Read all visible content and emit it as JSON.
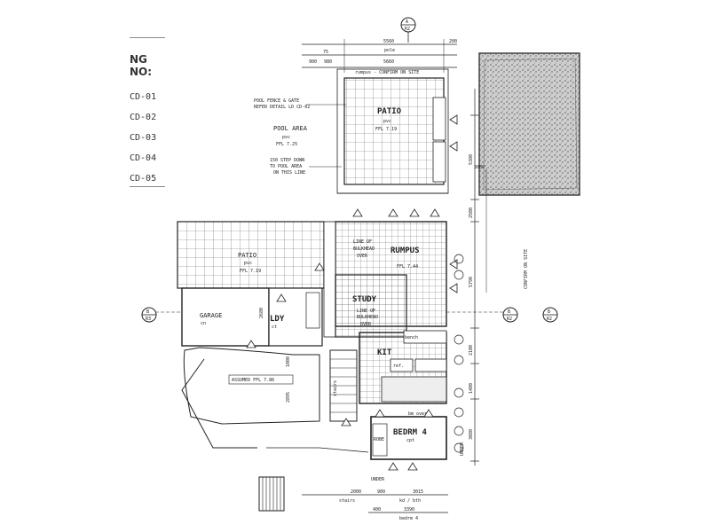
{
  "legend": {
    "header": "NG NO:",
    "items": [
      "CD-01",
      "CD-02",
      "CD-03",
      "CD-04",
      "CD-05"
    ]
  },
  "section_markers": {
    "top": {
      "letter": "A",
      "sheet": "R2"
    },
    "left": {
      "letter": "B",
      "sheet": "R3"
    },
    "right1": {
      "letter": "B",
      "sheet": "R2"
    },
    "right2": {
      "letter": "B",
      "sheet": "R2"
    }
  },
  "rooms": {
    "patio_top": "PATIO",
    "pool_area": "POOL AREA",
    "rumpus": "RUMPUS",
    "patio_left": "PATIO",
    "garage": "GARAGE",
    "ldy": "LDY",
    "study": "STUDY",
    "kit": "KIT",
    "bedrm4": "BEDRM 4"
  },
  "room_notes": {
    "patio_top_sub": "pvc",
    "patio_top_ffl": "FFL 7.19",
    "pool_sub": "pvc",
    "pool_ffl": "FFL 7.25",
    "patio_left_sub": "pvc",
    "patio_left_ffl": "FFL 7.19",
    "rumpus_ffl": "FFL 7.44",
    "garage_sub": "cn",
    "ldy_sub": "ct",
    "bedrm4_sub": "cpt",
    "assumed_ffl": "ASSUMED FFL 7.86"
  },
  "notes": {
    "pool_fence_1": "POOL FENCE & GATE",
    "pool_fence_2": "REFER DETAIL LD CD-02",
    "step_1": "150 STEP DOWN",
    "step_2": "TO POOL AREA",
    "step_3": "ON THIS LINE",
    "rumpus_line_1": "LINE OF",
    "rumpus_line_2": "BULKHEAD",
    "rumpus_line_3": "OVER",
    "study_line_1": "LINE OF",
    "study_line_2": "BULKHEAD",
    "study_line_3": "OVER",
    "bench": "bench",
    "stairs": "stairs",
    "robe": "ROBE",
    "ref": "ref.",
    "under": "UNDER",
    "confirm_site": "CONFIRM ON SITE",
    "bm_over": "bm over"
  },
  "dimensions": {
    "top_overall": "5560",
    "top_sub": "pole",
    "top_second": "5660",
    "top_left1": "900",
    "top_left2": "980",
    "top_75": "75",
    "top_200": "200",
    "top_rumpus": "rumpus - CONFIRM ON SITE",
    "right_1": "5380",
    "right_2": "3000",
    "right_3": "2500",
    "right_4": "5790",
    "right_5": "2100",
    "right_6": "1400",
    "right_7": "3080",
    "bottom_1": "2000",
    "bottom_2": "900",
    "bottom_3": "3015",
    "bottom_4": "3390",
    "bottom_5": "400",
    "bottom_stairs": "stairs",
    "bottom_kdbth": "kd / bth",
    "bottom_bedrm": "bedrm 4",
    "ldy_2680": "2680",
    "garage_2895": "2895",
    "garage_1000": "1000"
  }
}
